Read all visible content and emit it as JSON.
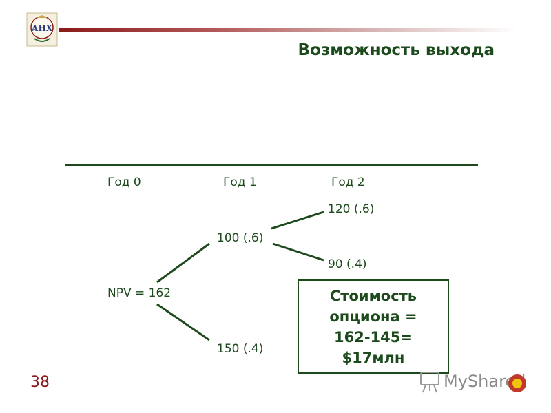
{
  "header": {
    "logo_text": "АНХ",
    "title": "Возможность выхода"
  },
  "timeline": {
    "year0": "Год 0",
    "year1": "Год 1",
    "year2": "Год 2"
  },
  "tree": {
    "root": "NPV = 162",
    "year1_up": "100 (.6)",
    "year1_down": "150 (.4)",
    "year2_up": "120 (.6)",
    "year2_down": "90 (.4)"
  },
  "answer_box": {
    "text": "Стоимость\nопциона =\n162-145=\n$17млн"
  },
  "footer": {
    "page_number": "38",
    "watermark": "MyShared"
  },
  "colors": {
    "text": "#1c4a1c",
    "accent": "#8b1a1a"
  }
}
